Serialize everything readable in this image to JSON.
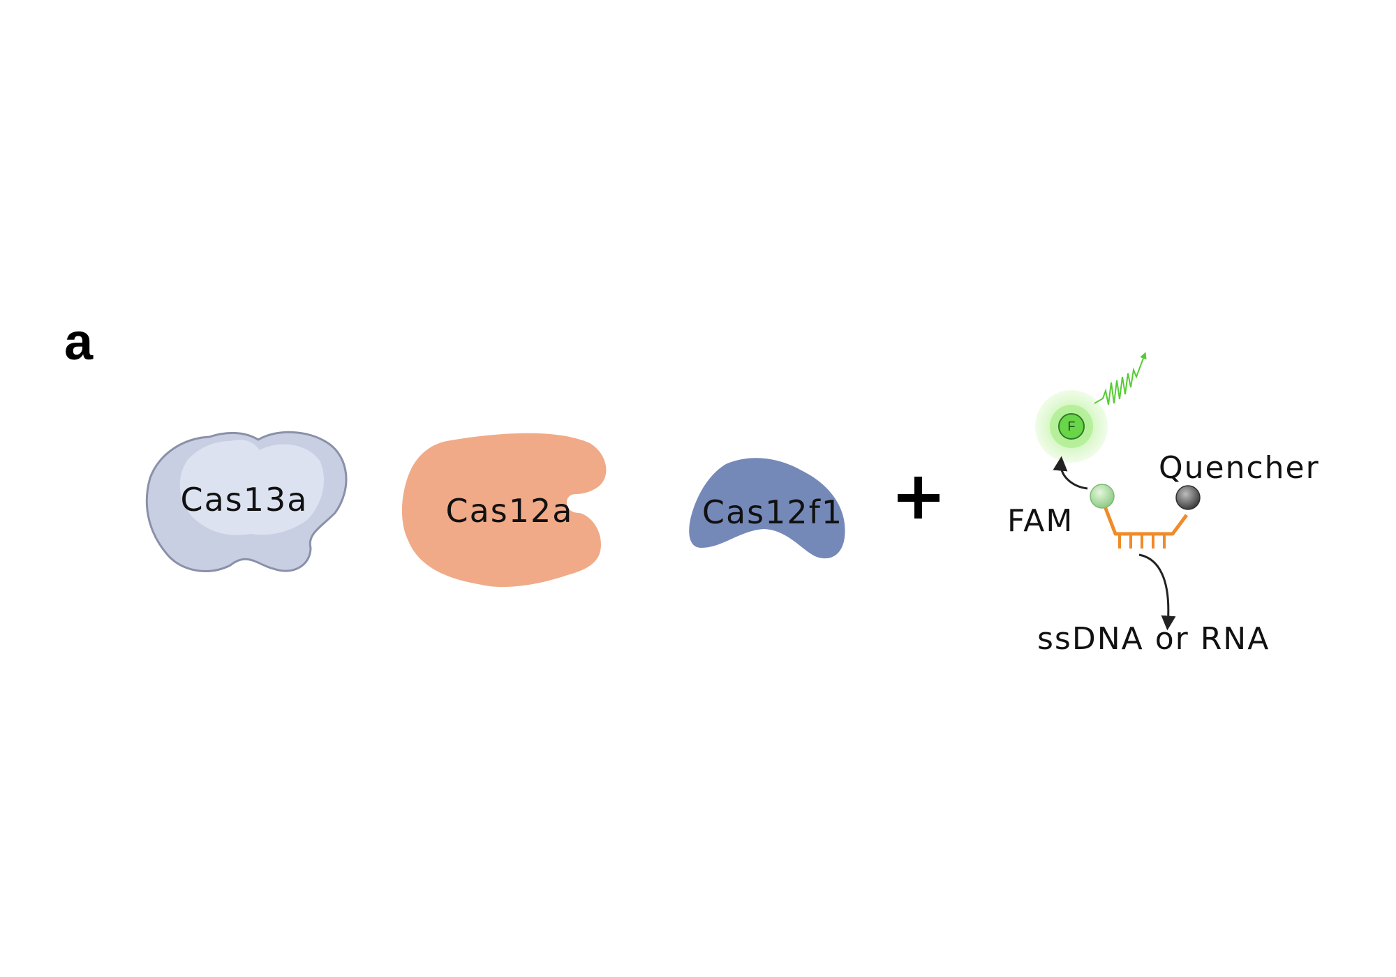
{
  "panel": {
    "letter": "a"
  },
  "proteins": [
    {
      "label": "Cas13a",
      "color": "#dde1f0",
      "outline": "#8a90a8"
    },
    {
      "label": "Cas12a",
      "color": "#f0aa88"
    },
    {
      "label": "Cas12f1",
      "color": "#7489b8"
    }
  ],
  "operator": "+",
  "reporter": {
    "fluorophore_letter": "F",
    "fam_label": "FAM",
    "quencher_label": "Quencher",
    "substrate_label": "ssDNA or RNA",
    "fluorophore_color": "#7ddc5c",
    "quencher_color": "#555555",
    "strand_color": "#f08a2a"
  },
  "icons": {
    "fluorescence": "fluorescence-wave-icon",
    "fam_bead": "fam-bead-icon",
    "quencher_bead": "quencher-bead-icon",
    "strand": "reporter-strand-icon"
  }
}
